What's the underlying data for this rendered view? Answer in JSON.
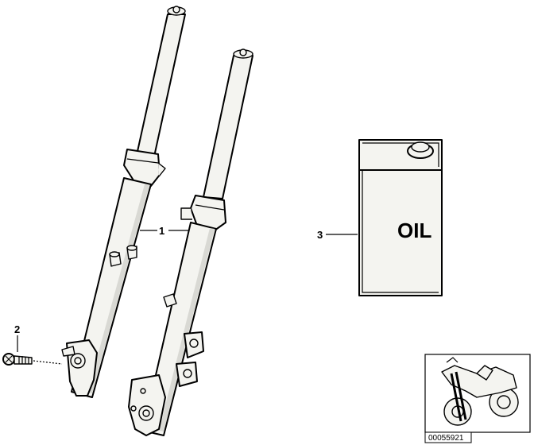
{
  "callouts": {
    "fork_legs": "1",
    "screw": "2",
    "oil_can": "3"
  },
  "oil_can_label": "OIL",
  "reference_number": "00055921",
  "colors": {
    "line": "#000000",
    "part_fill": "#f4f4f0",
    "shade": "#d9d9d4",
    "background": "#ffffff"
  }
}
